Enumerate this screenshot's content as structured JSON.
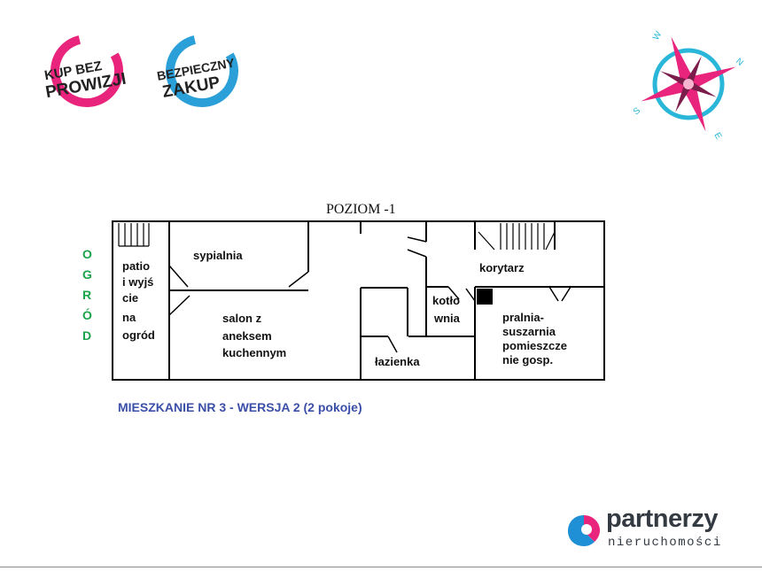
{
  "badges": {
    "kup": {
      "line1": "KUP BEZ",
      "line2": "PROWIZJI",
      "color": "#e8247c"
    },
    "bezpieczny": {
      "line1": "BEZPIECZNY",
      "line2": "ZAKUP",
      "color": "#2a9fd8"
    }
  },
  "compass": {
    "icon": "compass-rose-icon",
    "labels": {
      "w": "W",
      "n": "N",
      "s": "S",
      "e": "E"
    },
    "colors": {
      "star": "#e8247c",
      "ring": "#29b6d8"
    }
  },
  "plan": {
    "level_title": "POZIOM -1",
    "garden_letters": [
      "O",
      "G",
      "R",
      "Ó",
      "D"
    ],
    "rooms": {
      "patio": [
        "patio",
        "i wyjś",
        "cie",
        "na",
        "ogród"
      ],
      "sypialnia": [
        "sypialnia"
      ],
      "salon": [
        "salon z",
        "aneksem",
        "kuchennym"
      ],
      "korytarz": [
        "korytarz"
      ],
      "kotlownia": [
        "kotło",
        "wnia"
      ],
      "pralnia": [
        "pralnia-",
        "suszarnia",
        "pomieszcze",
        "nie gosp."
      ],
      "lazienka": [
        "łazienka"
      ]
    }
  },
  "caption": "MIESZKANIE NR 3 - WERSJA 2 (2 pokoje)",
  "logo": {
    "name": "partnerzy",
    "sub": "nieruchomości",
    "colors": {
      "blue": "#1f8fd6",
      "pink": "#e8247c"
    }
  }
}
